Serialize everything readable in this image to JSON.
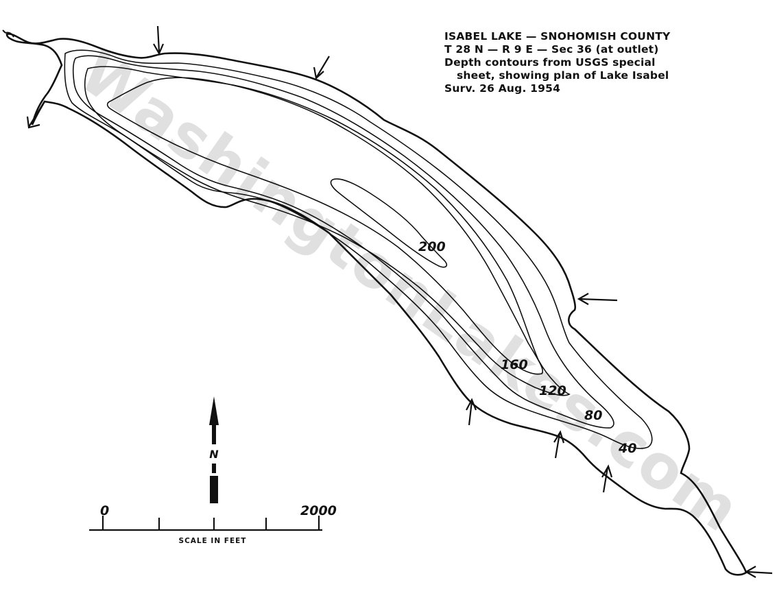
{
  "title": {
    "line1": "ISABEL LAKE — SNOHOMISH COUNTY",
    "line2": "T 28 N — R 9 E — Sec 36 (at outlet)",
    "line3": "Depth contours from USGS special",
    "line4": "sheet, showing plan of Lake Isabel",
    "line5": "Surv. 26 Aug. 1954"
  },
  "contour_labels": {
    "d200": "200",
    "d160": "160",
    "d120": "120",
    "d80": "80",
    "d40": "40"
  },
  "scale": {
    "start": "0",
    "end": "2000",
    "caption": "SCALE IN FEET",
    "north_letter": "N"
  },
  "watermark": "WashingtonLakes.com",
  "colors": {
    "ink": "#111111",
    "watermark": "#c8c8c8",
    "background": "#ffffff"
  }
}
